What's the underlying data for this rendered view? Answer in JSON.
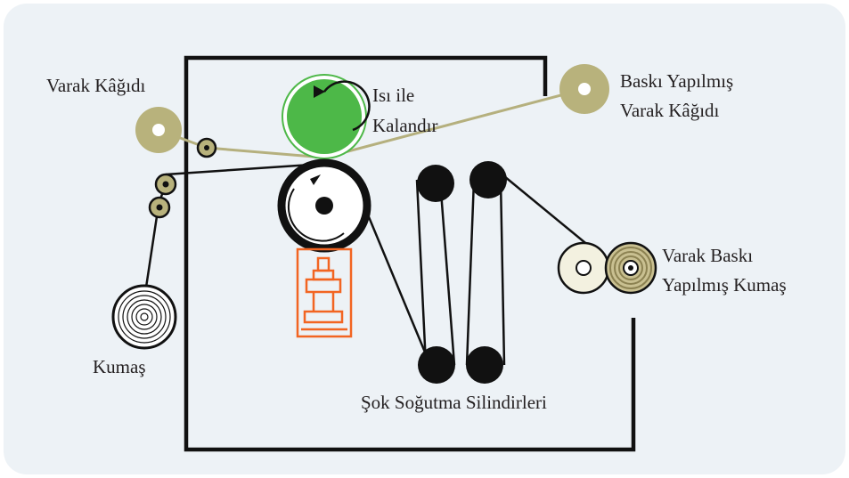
{
  "labels": {
    "foil_paper": "Varak Kâğıdı",
    "heat_calender_line1": "Isı ile",
    "heat_calender_line2": "Kalandır",
    "printed_foil_line1": "Baskı Yapılmış",
    "printed_foil_line2": "Varak Kâğıdı",
    "printed_fabric_line1": "Varak Baskı",
    "printed_fabric_line2": "Yapılmış Kumaş",
    "fabric": "Kumaş",
    "cooling_cylinders": "Şok Soğutma Silindirleri"
  },
  "colors": {
    "background_panel": "#edf2f6",
    "frame": "#111111",
    "foil_roll": "#b8b27c",
    "foil_line": "#b5b07e",
    "calender_green": "#4db848",
    "press_orange": "#f26522",
    "fabric_roll": "#ffffff",
    "printed_roll_dark": "#8c8252",
    "blank_roll": "#f3f1e0"
  }
}
